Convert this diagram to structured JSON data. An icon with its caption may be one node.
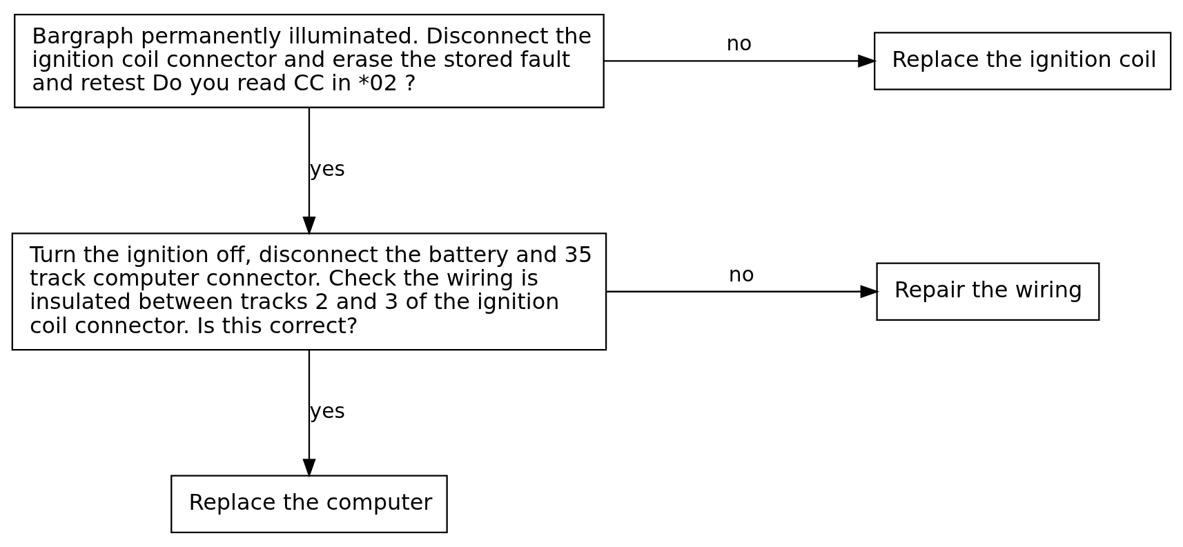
{
  "diagram": {
    "nodes": [
      {
        "text": [
          "Bargraph permanently illuminated. Disconnect the ignition coil connector and erase the stored fault and retest Do you read CC in *02 ?"
        ]
      },
      {
        "text": [
          "Replace the ignition coil"
        ]
      },
      {
        "text": [
          "Turn the ignition off, disconnect the battery and 35 track computer connector. Check the wiring is insulated between tracks 2 and 3 of the ignition coil connector. Is this correct?"
        ]
      },
      {
        "text": [
          "Repair the wiring"
        ]
      },
      {
        "text": [
          "Replace the computer"
        ]
      }
    ],
    "edges": [
      {
        "from": 0,
        "to": 1,
        "arrow": "to",
        "label": "no"
      },
      {
        "from": 0,
        "to": 2,
        "arrow": "to",
        "label": "yes"
      },
      {
        "from": 2,
        "to": 3,
        "arrow": "to",
        "label": "no"
      },
      {
        "from": 2,
        "to": 4,
        "arrow": "to",
        "label": "yes"
      }
    ]
  }
}
